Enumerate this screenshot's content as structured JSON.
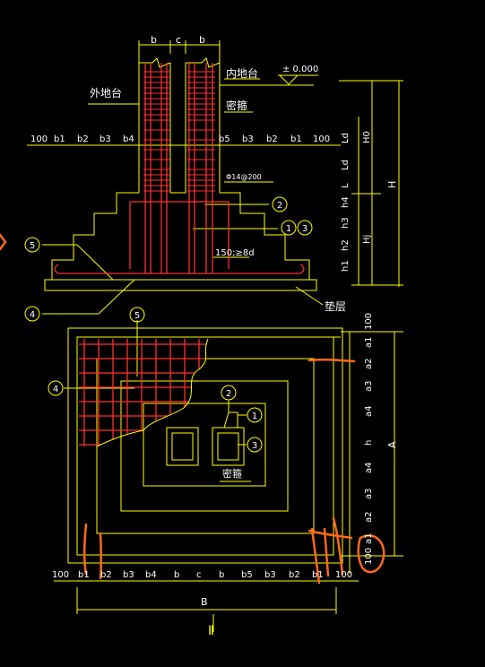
{
  "colors": {
    "background": "#000000",
    "outline": "#ffff00",
    "rebar": "#ff3030",
    "stirrup": "#ff3030",
    "annotation": "#ff6a1a",
    "text": "#ffffff",
    "dimension": "#ffff00"
  },
  "labels": {
    "b": "b",
    "c": "c",
    "inner_ground": "内地台",
    "outer_ground": "外地台",
    "elevation": "± 0.000",
    "dense_stirrup_top": "密箍",
    "dense_stirrup_plan": "密箍",
    "bar_spec": "Φ14@200",
    "anchor_spec": "150;≥8d",
    "cushion": "垫层",
    "dim_B": "B",
    "dim_A": "A",
    "dim_H": "H",
    "dim_H0": "H0",
    "dim_Hj": "Hj",
    "section_mark": "Ⅱ"
  },
  "dims": {
    "top_row": [
      "100",
      "b1",
      "b2",
      "b3",
      "b4",
      "b5",
      "b3",
      "b2",
      "b1",
      "100"
    ],
    "bottom_row": [
      "100",
      "b1",
      "b2",
      "b3",
      "b4",
      "b",
      "c",
      "b",
      "b5",
      "b3",
      "b2",
      "b1",
      "100"
    ],
    "right_section": [
      "Ld",
      "Ld",
      "L",
      "h4",
      "h3",
      "h2",
      "h1"
    ],
    "right_plan": [
      "100",
      "a1",
      "a2",
      "a3",
      "a4",
      "h",
      "a4",
      "a3",
      "a2",
      "a1",
      "100"
    ]
  },
  "callouts": [
    "1",
    "2",
    "3",
    "4",
    "5"
  ]
}
